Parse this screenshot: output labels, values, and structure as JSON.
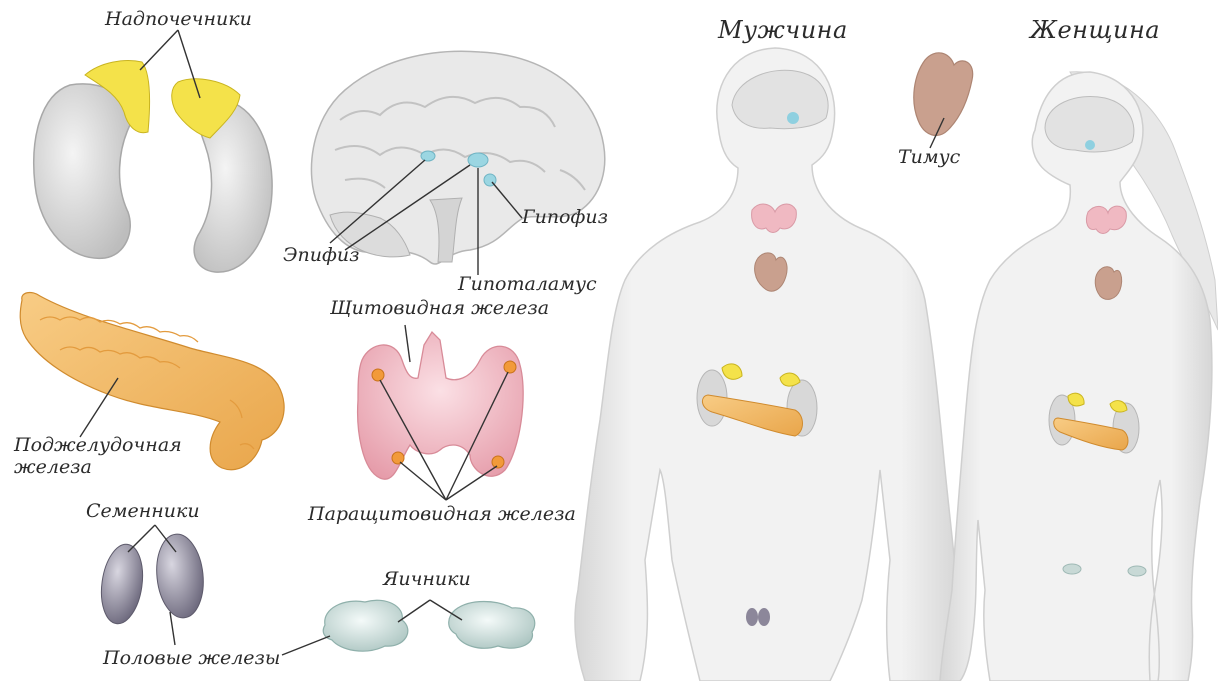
{
  "labels": {
    "adrenals": "Надпочечники",
    "epiphysis": "Эпифиз",
    "pituitary": "Гипофиз",
    "hypothalamus": "Гипоталамус",
    "thyroid": "Щитовидная железа",
    "pancreas_line1": "Поджелудочная",
    "pancreas_line2": "железа",
    "testes": "Семенники",
    "gonads": "Половые железы",
    "parathyroid": "Паращитовидная железа",
    "ovaries": "Яичники",
    "man": "Мужчина",
    "woman": "Женщина",
    "thymus": "Тимус"
  },
  "colors": {
    "adrenal_cortex": "#f4e24a",
    "kidney": "#dcdcdc",
    "pancreas": "#f2b866",
    "thyroid": "#f0b9c2",
    "parathyroid_dot": "#f29a3a",
    "thymus": "#c9a08e",
    "testis": "#8c879a",
    "ovary": "#c8d9d6",
    "body": "#eeeeee",
    "body_outline": "#c9c9c9",
    "pituitary": "#8fd0e0"
  }
}
